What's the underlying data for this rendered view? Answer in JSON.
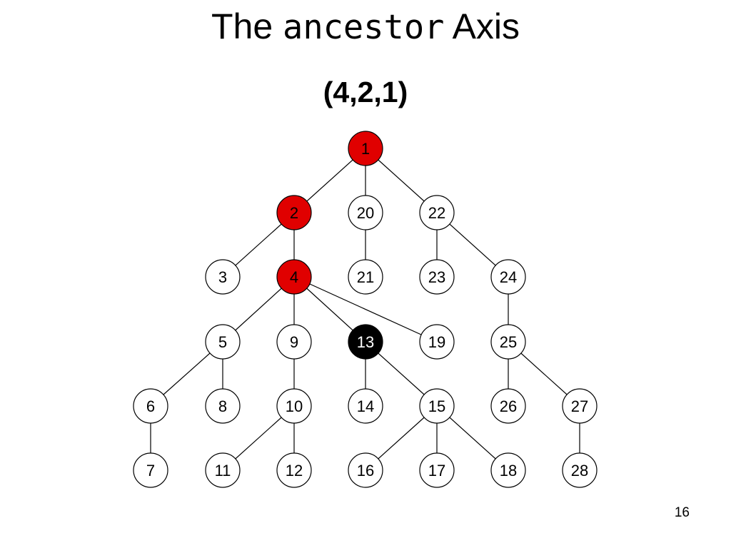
{
  "slide": {
    "title_prefix": "The",
    "title_code": "ancestor",
    "title_suffix": "Axis",
    "subtitle": "(4,2,1)",
    "page_number": "16"
  },
  "colors": {
    "ancestor_fill": "#e00000",
    "context_fill": "#000000",
    "normal_fill": "#ffffff",
    "edge": "#000000"
  },
  "tree": {
    "nodes": [
      {
        "id": "1",
        "state": "ancestor"
      },
      {
        "id": "2",
        "state": "ancestor"
      },
      {
        "id": "20",
        "state": "normal"
      },
      {
        "id": "22",
        "state": "normal"
      },
      {
        "id": "3",
        "state": "normal"
      },
      {
        "id": "4",
        "state": "ancestor"
      },
      {
        "id": "21",
        "state": "normal"
      },
      {
        "id": "23",
        "state": "normal"
      },
      {
        "id": "24",
        "state": "normal"
      },
      {
        "id": "5",
        "state": "normal"
      },
      {
        "id": "9",
        "state": "normal"
      },
      {
        "id": "13",
        "state": "context"
      },
      {
        "id": "19",
        "state": "normal"
      },
      {
        "id": "25",
        "state": "normal"
      },
      {
        "id": "6",
        "state": "normal"
      },
      {
        "id": "8",
        "state": "normal"
      },
      {
        "id": "10",
        "state": "normal"
      },
      {
        "id": "14",
        "state": "normal"
      },
      {
        "id": "15",
        "state": "normal"
      },
      {
        "id": "26",
        "state": "normal"
      },
      {
        "id": "27",
        "state": "normal"
      },
      {
        "id": "7",
        "state": "normal"
      },
      {
        "id": "11",
        "state": "normal"
      },
      {
        "id": "12",
        "state": "normal"
      },
      {
        "id": "16",
        "state": "normal"
      },
      {
        "id": "17",
        "state": "normal"
      },
      {
        "id": "18",
        "state": "normal"
      },
      {
        "id": "28",
        "state": "normal"
      }
    ],
    "edges": [
      [
        "1",
        "2"
      ],
      [
        "1",
        "20"
      ],
      [
        "1",
        "22"
      ],
      [
        "2",
        "3"
      ],
      [
        "2",
        "4"
      ],
      [
        "20",
        "21"
      ],
      [
        "22",
        "23"
      ],
      [
        "22",
        "24"
      ],
      [
        "4",
        "5"
      ],
      [
        "4",
        "9"
      ],
      [
        "4",
        "13"
      ],
      [
        "4",
        "19"
      ],
      [
        "24",
        "25"
      ],
      [
        "5",
        "6"
      ],
      [
        "5",
        "8"
      ],
      [
        "9",
        "10"
      ],
      [
        "13",
        "14"
      ],
      [
        "13",
        "15"
      ],
      [
        "25",
        "26"
      ],
      [
        "25",
        "27"
      ],
      [
        "6",
        "7"
      ],
      [
        "10",
        "11"
      ],
      [
        "10",
        "12"
      ],
      [
        "15",
        "16"
      ],
      [
        "15",
        "17"
      ],
      [
        "15",
        "18"
      ],
      [
        "27",
        "28"
      ]
    ]
  }
}
